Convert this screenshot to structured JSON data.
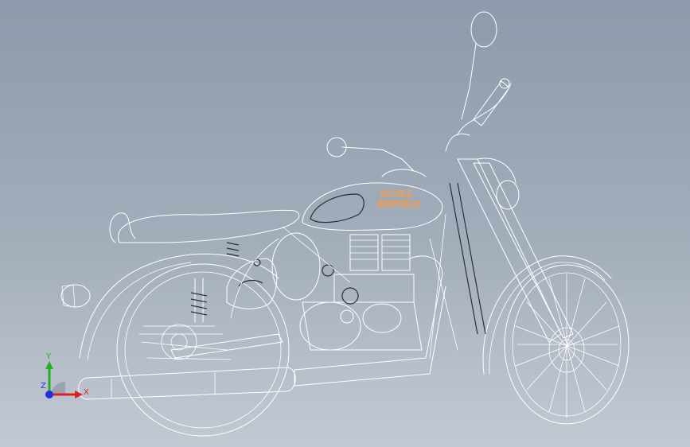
{
  "viewport": {
    "background_top": "#8c9aab",
    "background_bottom": "#c3c9d3",
    "edge_color": "#ffffff"
  },
  "model": {
    "tank_brand_line1": "ROYAL",
    "tank_brand_line2": "ENFIELD",
    "brand_color": "#ff9a3c"
  },
  "triad": {
    "x_label": "X",
    "y_label": "Y",
    "z_label": "Z",
    "x_color": "#e02020",
    "y_color": "#20b020",
    "z_color": "#2030e0"
  }
}
